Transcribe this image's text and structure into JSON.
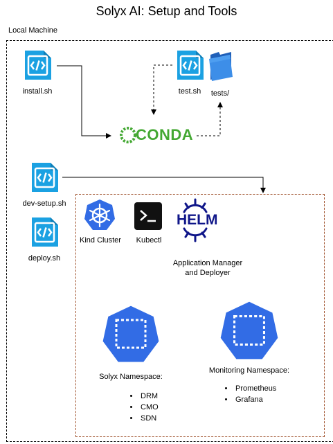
{
  "title": "Solyx AI: Setup and Tools",
  "local_machine": {
    "label": "Local Machine"
  },
  "files": {
    "install": "install.sh",
    "test": "test.sh",
    "tests_folder": "tests/",
    "dev_setup": "dev-setup.sh",
    "deploy": "deploy.sh"
  },
  "conda": {
    "label": "CONDA",
    "icon": "conda-logo"
  },
  "tools": {
    "kind": "Kind Cluster",
    "kubectl": "Kubectl",
    "helm": "HELM",
    "helm_caption_line1": "Application Manager",
    "helm_caption_line2": "and Deployer"
  },
  "namespaces": {
    "solyx": {
      "label": "Solyx Namespace:",
      "items": [
        "DRM",
        "CMO",
        "SDN"
      ]
    },
    "monitoring": {
      "label": "Monitoring Namespace:",
      "items": [
        "Prometheus",
        "Grafana"
      ]
    }
  },
  "colors": {
    "script_icon": "#1ba1e2",
    "kubernetes_blue": "#326ce5",
    "conda_green": "#44a833",
    "helm_navy": "#0f1689",
    "folder_blue": "#2f7fd8",
    "inner_border": "#a0522d"
  }
}
